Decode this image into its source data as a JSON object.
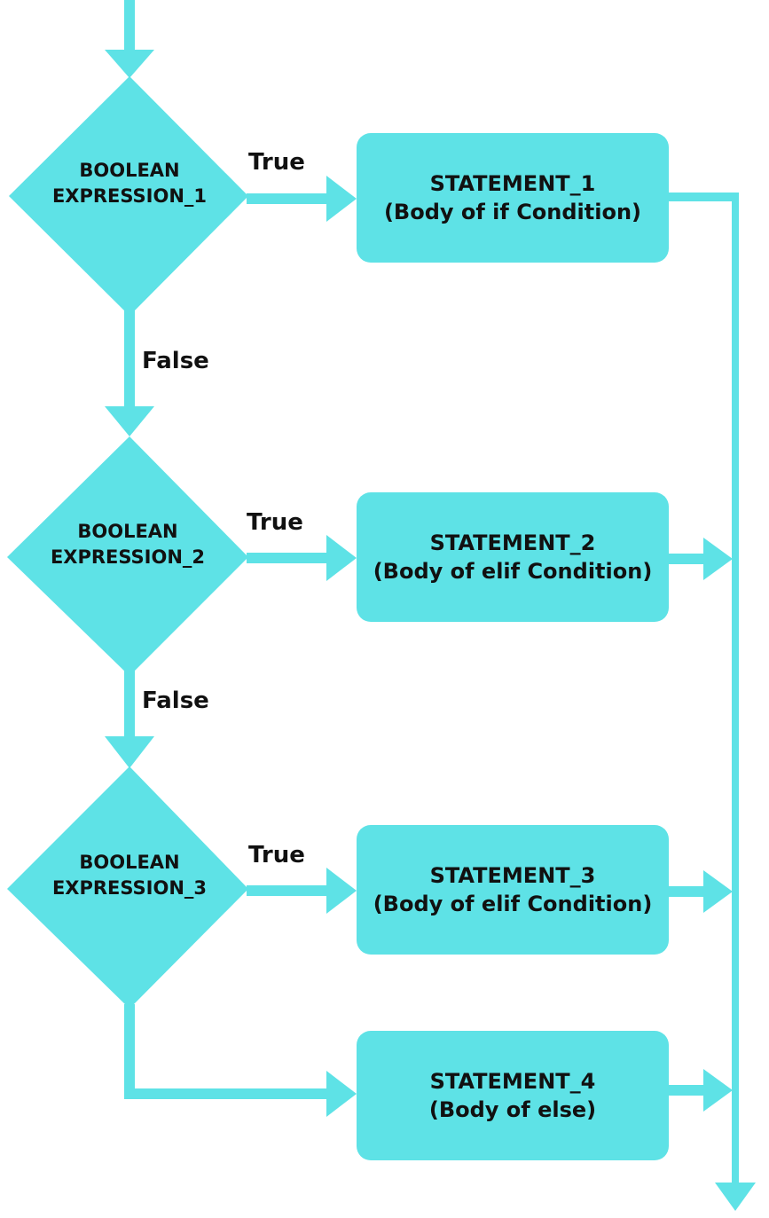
{
  "decisions": [
    {
      "line1": "BOOLEAN",
      "line2": "EXPRESSION_1"
    },
    {
      "line1": "BOOLEAN",
      "line2": "EXPRESSION_2"
    },
    {
      "line1": "BOOLEAN",
      "line2": "EXPRESSION_3"
    }
  ],
  "statements": [
    {
      "line1": "STATEMENT_1",
      "line2": "(Body of if Condition)"
    },
    {
      "line1": "STATEMENT_2",
      "line2": "(Body of elif Condition)"
    },
    {
      "line1": "STATEMENT_3",
      "line2": "(Body of elif Condition)"
    },
    {
      "line1": "STATEMENT_4",
      "line2": "(Body of else)"
    }
  ],
  "edge_labels": {
    "true_1": "True",
    "true_2": "True",
    "true_3": "True",
    "false_1": "False",
    "false_2": "False"
  },
  "colors": {
    "shape_fill": "#5ee2e6",
    "text": "#111111",
    "background": "#ffffff"
  }
}
